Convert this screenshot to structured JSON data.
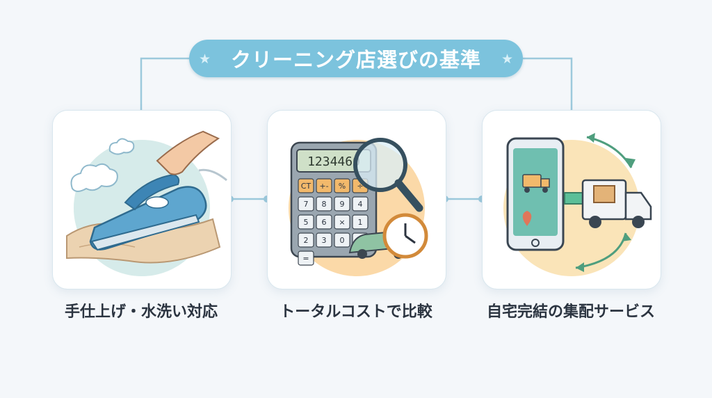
{
  "title": "クリーニング店選びの基準",
  "criteria": [
    {
      "label": "手仕上げ・水洗い対応",
      "icon": "iron-icon"
    },
    {
      "label": "トータルコストで比較",
      "icon": "calculator-icon"
    },
    {
      "label": "自宅完結の集配サービス",
      "icon": "delivery-icon"
    }
  ],
  "calculator_display": "1234460",
  "calculator_keys": [
    "CT",
    "+-",
    "%",
    "÷",
    "7",
    "8",
    "9",
    "4",
    "5",
    "6",
    "×",
    "1",
    "2",
    "3",
    "0",
    "·",
    "="
  ],
  "colors": {
    "title_bg": "#7cc3dd",
    "connector": "#9cc9dc",
    "accent_blue": "#3d8fc0",
    "accent_orange": "#f4b87a",
    "accent_green": "#5cbf98"
  }
}
